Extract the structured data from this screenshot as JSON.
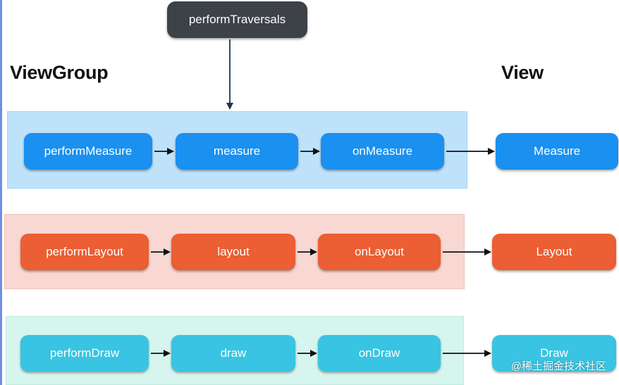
{
  "root": {
    "label": "performTraversals"
  },
  "headers": {
    "left": "ViewGroup",
    "right": "View"
  },
  "rows": {
    "measure": [
      "performMeasure",
      "measure",
      "onMeasure",
      "Measure"
    ],
    "layout": [
      "performLayout",
      "layout",
      "onLayout",
      "Layout"
    ],
    "draw": [
      "performDraw",
      "draw",
      "onDraw",
      "Draw"
    ]
  },
  "watermark": "@稀土掘金技术社区",
  "colors": {
    "measure": "#1a90f0",
    "layout": "#ec5e33",
    "draw": "#38c4e2",
    "root": "#3d4148"
  }
}
